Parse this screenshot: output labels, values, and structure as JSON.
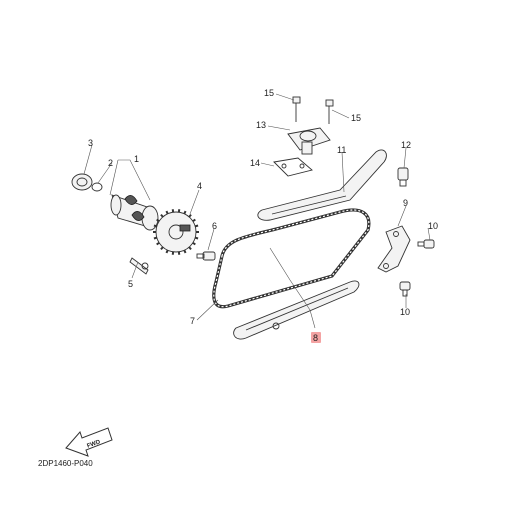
{
  "callouts": [
    {
      "id": "1",
      "label": "1"
    },
    {
      "id": "2",
      "label": "2"
    },
    {
      "id": "3",
      "label": "3"
    },
    {
      "id": "4",
      "label": "4"
    },
    {
      "id": "5",
      "label": "5"
    },
    {
      "id": "6",
      "label": "6"
    },
    {
      "id": "7",
      "label": "7"
    },
    {
      "id": "8",
      "label": "8",
      "highlighted": true,
      "highlight_color": "#f4a3a3"
    },
    {
      "id": "9",
      "label": "9"
    },
    {
      "id": "10a",
      "label": "10"
    },
    {
      "id": "10b",
      "label": "10"
    },
    {
      "id": "11",
      "label": "11"
    },
    {
      "id": "12",
      "label": "12"
    },
    {
      "id": "13",
      "label": "13"
    },
    {
      "id": "14",
      "label": "14"
    },
    {
      "id": "15a",
      "label": "15"
    },
    {
      "id": "15b",
      "label": "15"
    }
  ],
  "fwd_label": "FWD",
  "diagram_code": "2DP1460-P040",
  "colors": {
    "line": "#333333",
    "highlight": "#f4a3a3",
    "text": "#222222"
  },
  "icons": {
    "fwd": "fwd-arrow-icon"
  }
}
